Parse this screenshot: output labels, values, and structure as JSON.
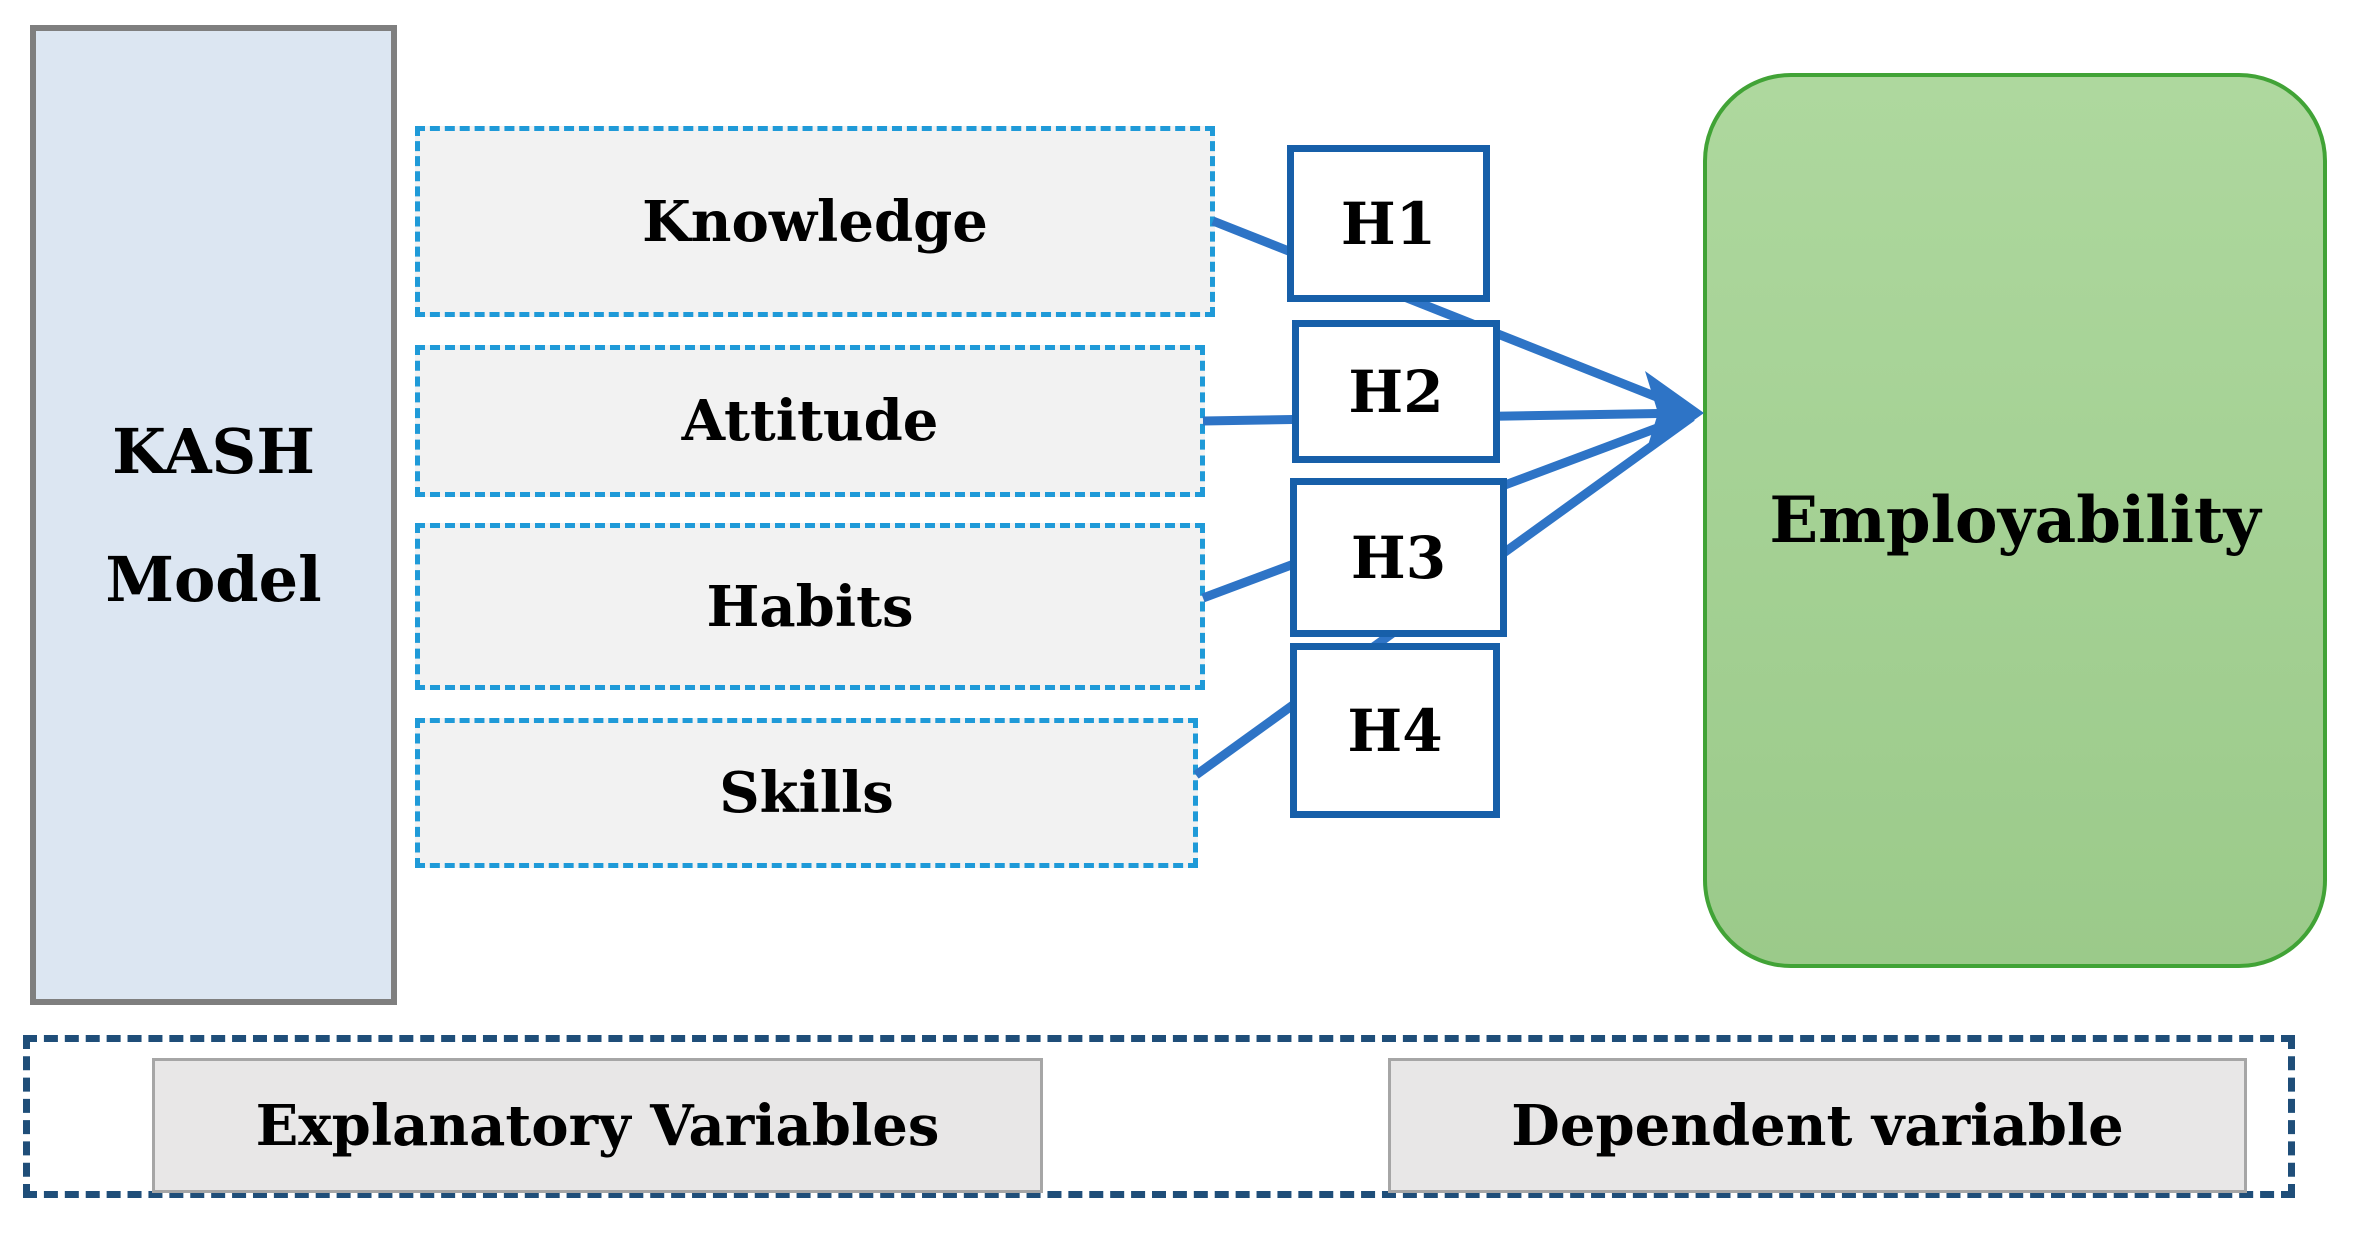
{
  "diagram": {
    "model": {
      "line1": "KASH",
      "line2": "Model"
    },
    "categories": [
      {
        "label": "Knowledge",
        "hypothesis": "H1"
      },
      {
        "label": "Attitude",
        "hypothesis": "H2"
      },
      {
        "label": "Habits",
        "hypothesis": "H3"
      },
      {
        "label": "Skills",
        "hypothesis": "H4"
      }
    ],
    "outcome": {
      "label": "Employability"
    },
    "legend": {
      "explanatory": "Explanatory Variables",
      "dependent": "Dependent variable"
    }
  },
  "colors": {
    "kash-fill": "#dce6f2",
    "kash-border": "#7f7f7f",
    "category-fill": "#f2f2f2",
    "category-dash": "#1f9ad8",
    "hypothesis-border": "#175fa9",
    "line-blue": "#2e74c6",
    "green-fill-top": "#aed89e",
    "green-fill-bottom": "#9bca8a",
    "green-border": "#41a336",
    "container-dash": "#1f4e79",
    "label-fill": "#e8e7e7",
    "label-border": "#a6a6a6",
    "text": "#000000"
  }
}
